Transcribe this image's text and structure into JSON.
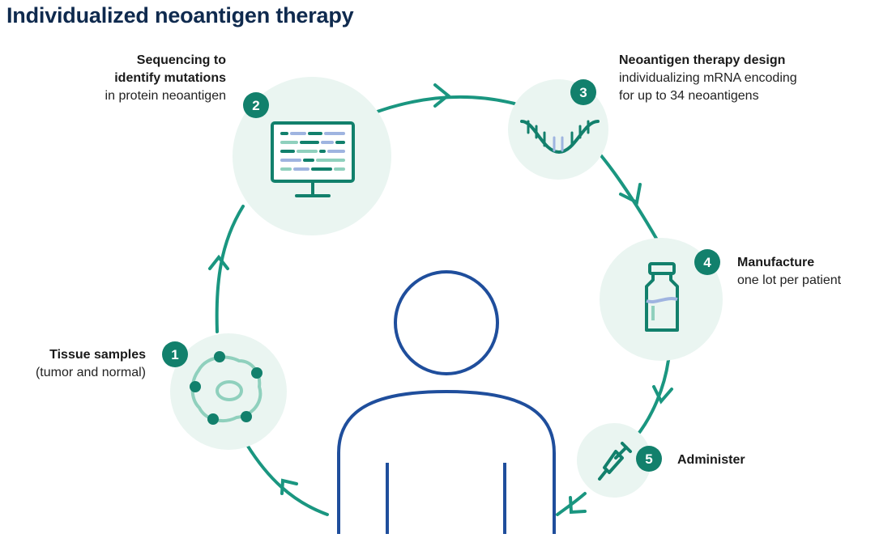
{
  "title": "Individualized neoantigen therapy",
  "colors": {
    "cycle": "#1a9680",
    "badge": "#12806c",
    "circle_fill": "#eaf5f1",
    "person": "#1f4e9c",
    "accent_blue": "#9fb4e0",
    "accent_light": "#8fd0bd",
    "title": "#0f2a4e"
  },
  "steps": [
    {
      "number": "1",
      "title": "Tissue samples",
      "subtitle": "(tumor and normal)",
      "icon": "cell-icon"
    },
    {
      "number": "2",
      "title": "Sequencing to\nidentify mutations",
      "title_line1": "Sequencing to",
      "title_line2": "identify mutations",
      "subtitle": "in protein neoantigen",
      "icon": "monitor-icon"
    },
    {
      "number": "3",
      "title": "Neoantigen therapy design",
      "subtitle_line1": "individualizing mRNA encoding",
      "subtitle_line2": "for up to 34 neoantigens",
      "icon": "mrna-icon"
    },
    {
      "number": "4",
      "title": "Manufacture",
      "subtitle": "one lot per patient",
      "icon": "vial-icon"
    },
    {
      "number": "5",
      "title": "Administer",
      "icon": "syringe-icon"
    }
  ]
}
